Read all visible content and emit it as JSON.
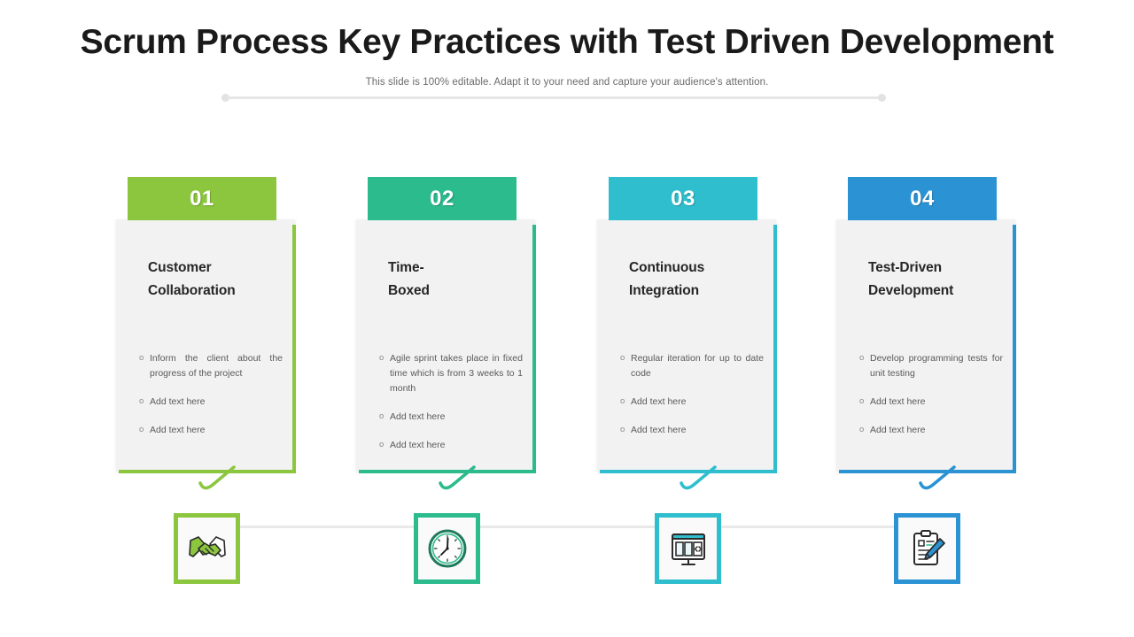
{
  "header": {
    "title": "Scrum Process Key Practices with Test Driven Development",
    "subtitle": "This slide is 100% editable. Adapt it to your need and capture your audience's attention."
  },
  "colors": {
    "green": "#8CC63F",
    "emerald": "#2BBB8C",
    "teal": "#2FBECD",
    "blue": "#2B93D4",
    "panel_bg": "#F2F2F2",
    "line_gray": "#E9E9E9",
    "heading": "#262626",
    "body_text": "#5A5A5A"
  },
  "cards": [
    {
      "number": "01",
      "title_line1": "Customer",
      "title_line2": "Collaboration",
      "color": "#8CC63F",
      "icon": "handshake-icon",
      "bullets": [
        "Inform the client about the progress of the project",
        "Add text here",
        "Add text here"
      ]
    },
    {
      "number": "02",
      "title_line1": "Time-",
      "title_line2": "Boxed",
      "color": "#2BBB8C",
      "icon": "clock-icon",
      "bullets": [
        "Agile sprint takes place in fixed time which is from 3 weeks to 1 month",
        "Add text here",
        "Add text here"
      ]
    },
    {
      "number": "03",
      "title_line1": "Continuous",
      "title_line2": "Integration",
      "color": "#2FBECD",
      "icon": "code-monitor-icon",
      "bullets": [
        "Regular iteration for up to date code",
        "Add text here",
        "Add text here"
      ]
    },
    {
      "number": "04",
      "title_line1": "Test-Driven",
      "title_line2": "Development",
      "color": "#2B93D4",
      "icon": "clipboard-pencil-icon",
      "bullets": [
        "Develop programming tests for unit testing",
        "Add text here",
        "Add text here"
      ]
    }
  ],
  "bullet_marker": "o"
}
